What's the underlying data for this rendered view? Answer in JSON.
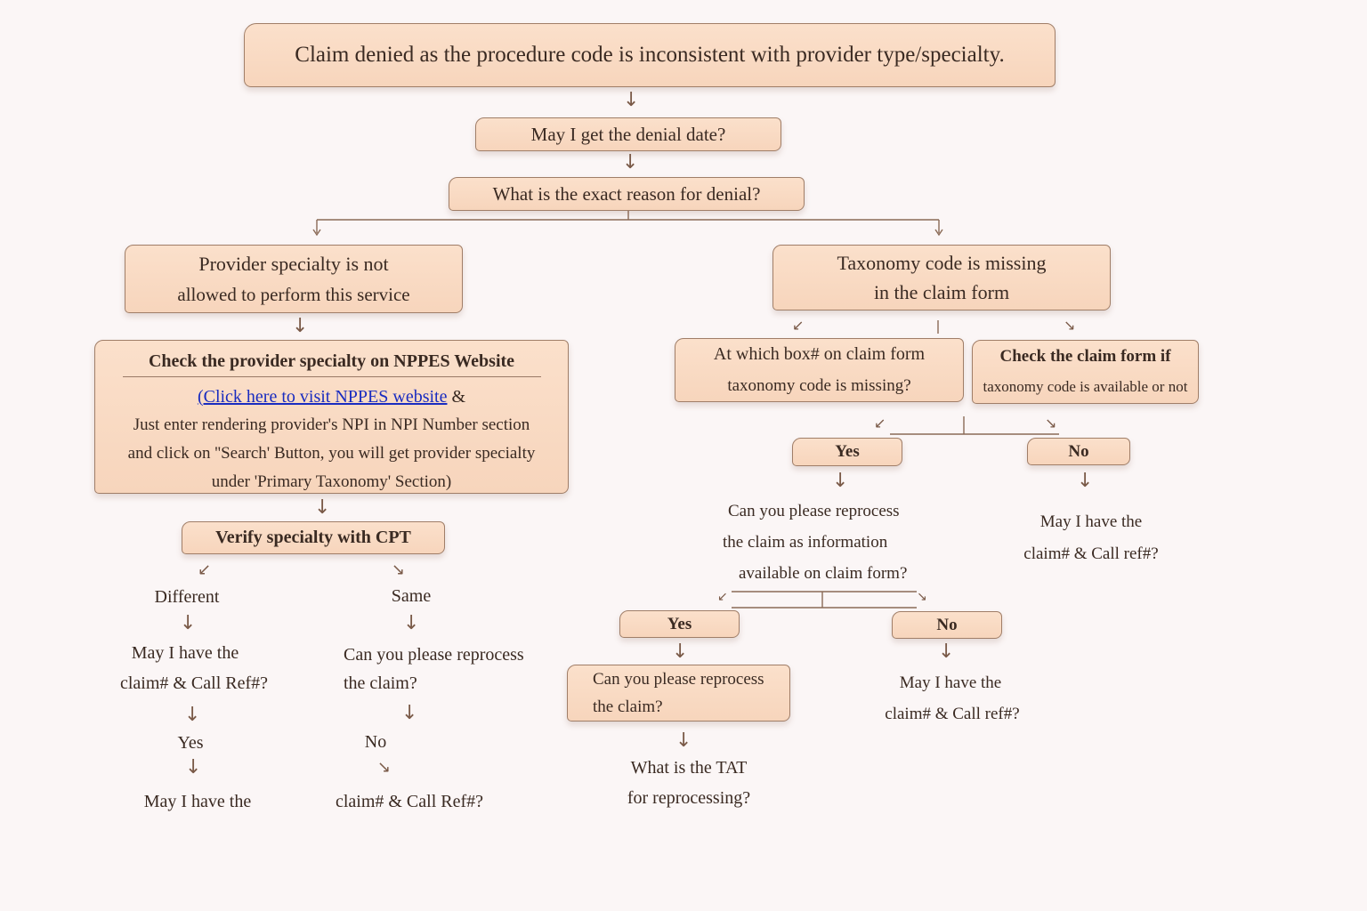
{
  "title": "Claim denied as the procedure code is inconsistent with provider type/specialty.",
  "q_denial_date": "May I get the denial date?",
  "q_reason": "What is the exact reason for denial?",
  "left": {
    "reason_line1": "Provider specialty is not",
    "reason_line2": "allowed to perform this service",
    "check_title": "Check the provider specialty on NPPES Website",
    "link_text": "(Click here to visit NPPES website",
    "link_suffix": " &",
    "instr_line1": "Just enter rendering provider's NPI in NPI Number section",
    "instr_line2": "and click on ''Search' Button, you will get provider specialty",
    "instr_line3": "under 'Primary Taxonomy' Section)",
    "verify": "Verify specialty with CPT",
    "different": "Different",
    "same": "Same",
    "diff_q1": "May I have the",
    "diff_q2": "claim# & Call Ref#?",
    "diff_yes": "Yes",
    "diff_end": "May I have the",
    "same_q1": "Can you please reprocess",
    "same_q2": "the claim?",
    "same_no": "No",
    "same_end": "claim# & Call Ref#?"
  },
  "right": {
    "reason_line1": "Taxonomy code is missing",
    "reason_line2": "in the claim form",
    "box_q1": "At which box# on claim form",
    "box_q2": "taxonomy code is missing?",
    "check_q1": "Check the claim form if",
    "check_q2": "taxonomy code is available or not",
    "yes": "Yes",
    "no": "No",
    "yes_q1": "Can you please reprocess",
    "yes_q2": "the claim as information",
    "yes_q3": "available on claim form?",
    "no_q1": "May I have the",
    "no_q2": "claim# & Call ref#?",
    "yes2": "Yes",
    "no2": "No",
    "reproc_q1": "Can you please reprocess",
    "reproc_q2": "the claim?",
    "tat_q1": "What is the TAT",
    "tat_q2": "for reprocessing?",
    "no2_q1": "May I have the",
    "no2_q2": "claim# & Call ref#?"
  },
  "colors": {
    "box_fill": "#f9dbc4",
    "box_border": "#a07e68",
    "connector": "#8a6a56",
    "link": "#1a2cc0",
    "background": "#fbf6f6"
  }
}
